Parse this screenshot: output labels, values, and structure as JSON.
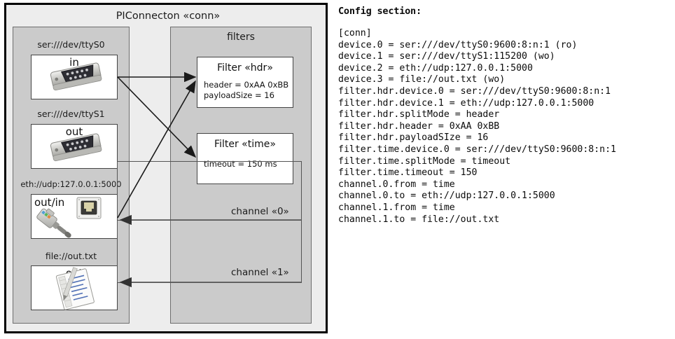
{
  "diagram": {
    "outer": {
      "title": "PIConnecton «conn»"
    },
    "devices_panel": {
      "title": "",
      "devices": [
        {
          "label": "ser:///dev/ttyS0",
          "direction": "in",
          "icon": "serial-port-icon"
        },
        {
          "label": "ser:///dev/ttyS1",
          "direction": "out",
          "icon": "serial-port-icon"
        },
        {
          "label": "eth://udp:127.0.0.1:5000",
          "direction": "out/in",
          "icon": "ethernet-jack-icon"
        },
        {
          "label": "file://out.txt",
          "direction": "out",
          "icon": "text-file-icon"
        }
      ]
    },
    "filters_panel": {
      "title": "filters",
      "filters": [
        {
          "title": "Filter «hdr»",
          "props": [
            "header = 0xAA 0xBB",
            "payloadSize = 16"
          ]
        },
        {
          "title": "Filter «time»",
          "props": [
            "timeout = 150 ms"
          ]
        }
      ]
    },
    "channels": [
      {
        "label": "channel «0»"
      },
      {
        "label": "channel «1»"
      }
    ]
  },
  "config": {
    "heading": "Config section:",
    "lines": [
      "[conn]",
      "device.0 = ser:///dev/ttyS0:9600:8:n:1 (ro)",
      "device.1 = ser:///dev/ttyS1:115200 (wo)",
      "device.2 = eth://udp:127.0.0.1:5000",
      "device.3 = file://out.txt (wo)",
      "filter.hdr.device.0 = ser:///dev/ttyS0:9600:8:n:1",
      "filter.hdr.device.1 = eth://udp:127.0.0.1:5000",
      "filter.hdr.splitMode = header",
      "filter.hdr.header = 0xAA 0xBB",
      "filter.hdr.payloadSIze = 16",
      "filter.time.device.0 = ser:///dev/ttyS0:9600:8:n:1",
      "filter.time.splitMode = timeout",
      "filter.time.timeout = 150",
      "channel.0.from = time",
      "channel.0.to = eth://udp:127.0.0.1:5000",
      "channel.1.from = time",
      "channel.1.to = file://out.txt"
    ]
  },
  "colors": {
    "page_bg": "#ffffff",
    "outer_bg": "#ededed",
    "panel_bg": "#cbcbcb",
    "box_bg": "#ffffff",
    "border_dark": "#000000",
    "border_mid": "#6e6e6e",
    "text": "#1a1a1a"
  }
}
